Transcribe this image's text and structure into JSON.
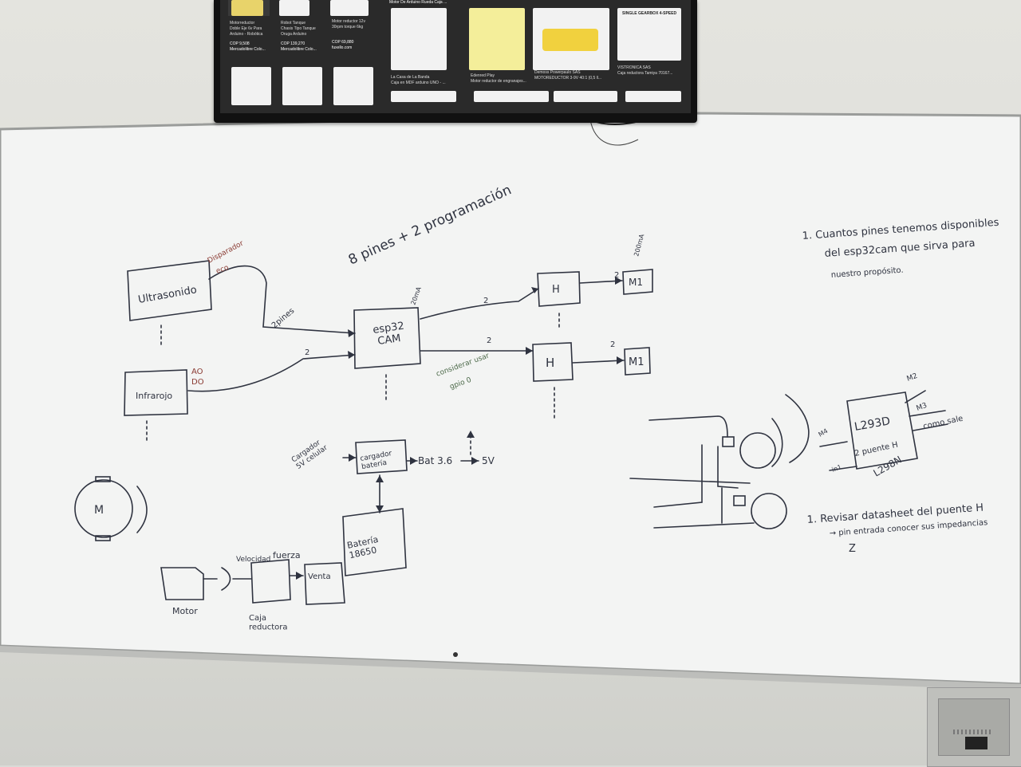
{
  "colors": {
    "ink": "#2f3340",
    "accent_red": "#8a3a32",
    "accent_green": "#4d6a4a",
    "board": "#f4f5f4"
  },
  "tv": {
    "header": "Motor De Arduino Rueda Caja ...",
    "listings": [
      {
        "title": "Motorreductor\nDoble Eje 6v Para\nArduino - Robótica",
        "price": "COP 9,508\nMercadolibre Colo..."
      },
      {
        "title": "Robot Tanque\nChasis Tipo Tanque\nOruga Arduino",
        "price": "COP 139,270\nMercadolibre Colo..."
      },
      {
        "title": "Motor reductor 12v\n30rpm torque 6kg",
        "price": "COP 69,880\nfuxello.com"
      },
      {
        "title": "La Casa de La Banda\nCaja en MDF arduino UNO - ...",
        "price": ""
      },
      {
        "title": "Edenred Play\nMotor reductor de engranajes...",
        "price": ""
      },
      {
        "title": "Demoss Powerpaulo SAS\nMOTOREDUCTOR 3-9V 40:1 (0,5 ll...",
        "price": ""
      },
      {
        "title": "VISTRONICA SAS\nCaja reductora Tamiya 70167...",
        "price": ""
      }
    ],
    "box_label": "SINGLE GEARBOX 4-SPEED"
  },
  "labels": {
    "ultrasonido": "Ultrasonido",
    "disparador": "Disparador",
    "eco": "eco",
    "infrarrojo": "Infrarojo",
    "ao": "AO",
    "do": "DO",
    "two_pines": "2pines",
    "two_a": "2",
    "esp32": "esp32",
    "cam": "CAM",
    "pins_note": "8 pines + 2 programación",
    "twenty_ma": "20mA",
    "two_b": "2",
    "two_c": "2",
    "two_d": "2",
    "two_e": "2",
    "h_top": "H",
    "h_bottom": "H",
    "m1_top": "M1",
    "m1_bottom": "M1",
    "ma_200": "200mA",
    "considerar": "considerar usar",
    "gpio": "gpio 0",
    "cargador_note": "Cargador\n5V celular",
    "cargador_box": "cargador\nbatería",
    "bat": "Bat 3.6",
    "five_v": "5V",
    "bateria_box": "Batería\n18650",
    "motor_circle": "M",
    "velocidad": "Velocidad",
    "fuerza": "fuerza",
    "venta": "Venta",
    "motor": "Motor",
    "caja": "Caja\nreductora",
    "q1_line1": "1. Cuantos pines tenemos disponibles",
    "q1_line2": "del esp32cam que sirva para",
    "q1_line3": "nuestro propósito.",
    "q2_line1": "1. Revisar datasheet del puente H",
    "q2_line2": "→ pin entrada conocer sus impedancias",
    "q2_line3": "Z",
    "l293d": "L293D",
    "two_puente": "2 puente H",
    "l298n": "L298N",
    "m2": "M2",
    "m3": "M3",
    "como_sale": "como sale",
    "m4": "M4",
    "in1": "in1"
  }
}
